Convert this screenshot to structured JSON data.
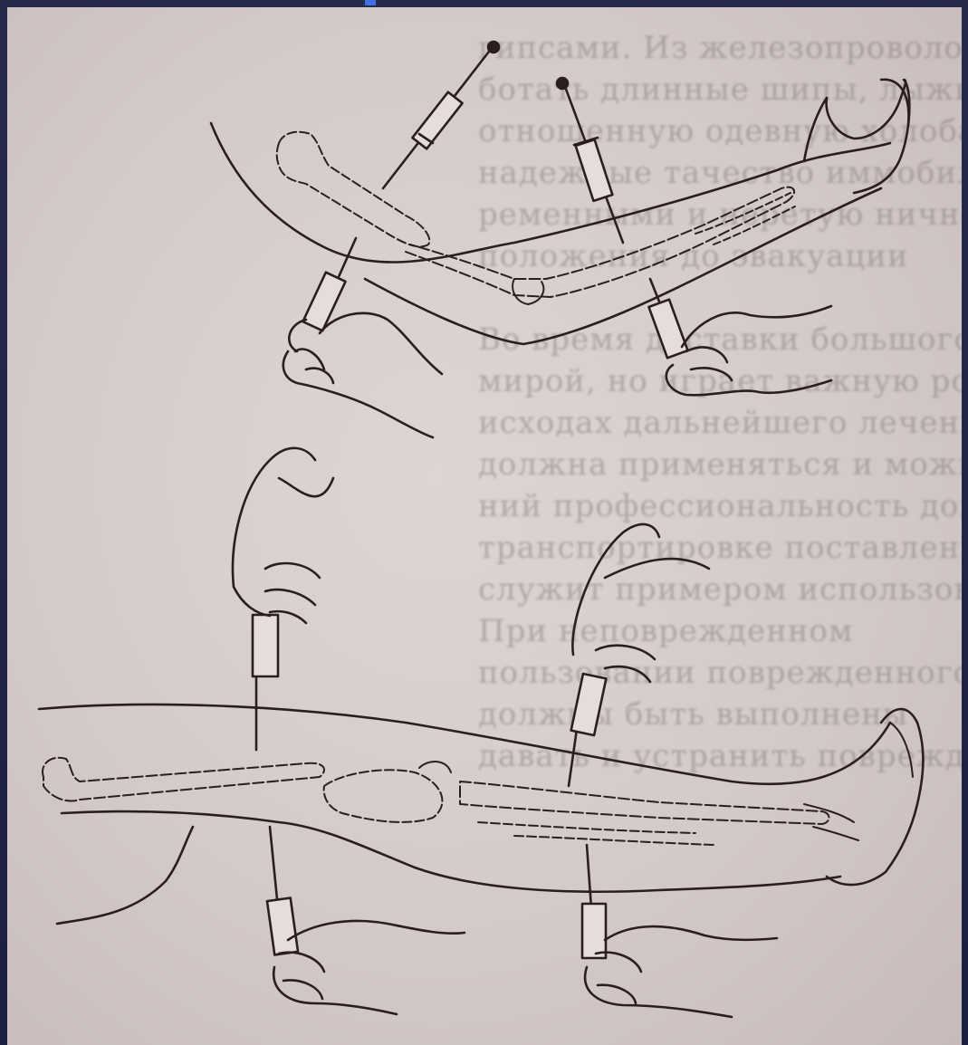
{
  "background_text": {
    "lines": [
      "гипсами. Из железопроволочных",
      "ботать длинные шипы, лыжи, треб",
      "отношенную одевную холобан, н",
      "надежные тачество иммобилизац",
      "ременными и неретую ничного",
      "положения до эвакуации",
      "",
      "Во время доставки большого",
      "мирой, но играет важную роль",
      "исходах дальнейшего лечения пе",
      "должна применяться и можн",
      "ний профессиональность дов",
      "транспортировке поставленного",
      "служит примером использования",
      "При неповрежденном",
      "пользовании поврежденного",
      "должны быть выполнены",
      "давать и устранить повреждения"
    ]
  },
  "figure": {
    "upper": "arm-injections",
    "lower": "leg-injections"
  },
  "colors": {
    "paper": "#d8cfce",
    "ink": "#2a1f1d",
    "frame": "#1f2342"
  }
}
